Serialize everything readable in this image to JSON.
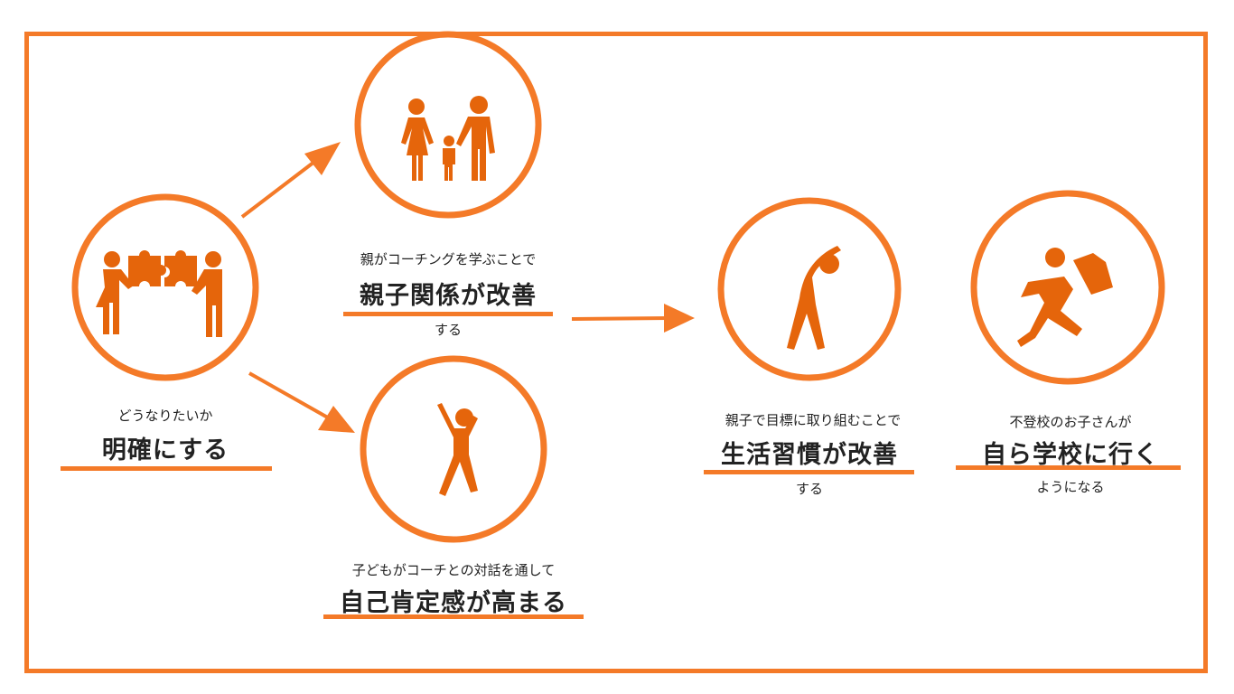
{
  "colors": {
    "accent": "#f47a28",
    "icon": "#e5650b"
  },
  "steps": [
    {
      "icon": "puzzle-people-icon",
      "pre": "どうなりたいか",
      "main": "明確にする",
      "post": ""
    },
    {
      "icon": "family-icon",
      "pre": "親がコーチングを学ぶことで",
      "main": "親子関係が改善",
      "post": "する"
    },
    {
      "icon": "jumping-person-icon",
      "pre": "子どもがコーチとの対話を通して",
      "main": "自己肯定感が高まる",
      "post": ""
    },
    {
      "icon": "stretching-person-icon",
      "pre": "親子で目標に取り組むことで",
      "main": "生活習慣が改善",
      "post": "する"
    },
    {
      "icon": "running-student-icon",
      "pre": "不登校のお子さんが",
      "main": "自ら学校に行く",
      "post": "ようになる"
    }
  ]
}
